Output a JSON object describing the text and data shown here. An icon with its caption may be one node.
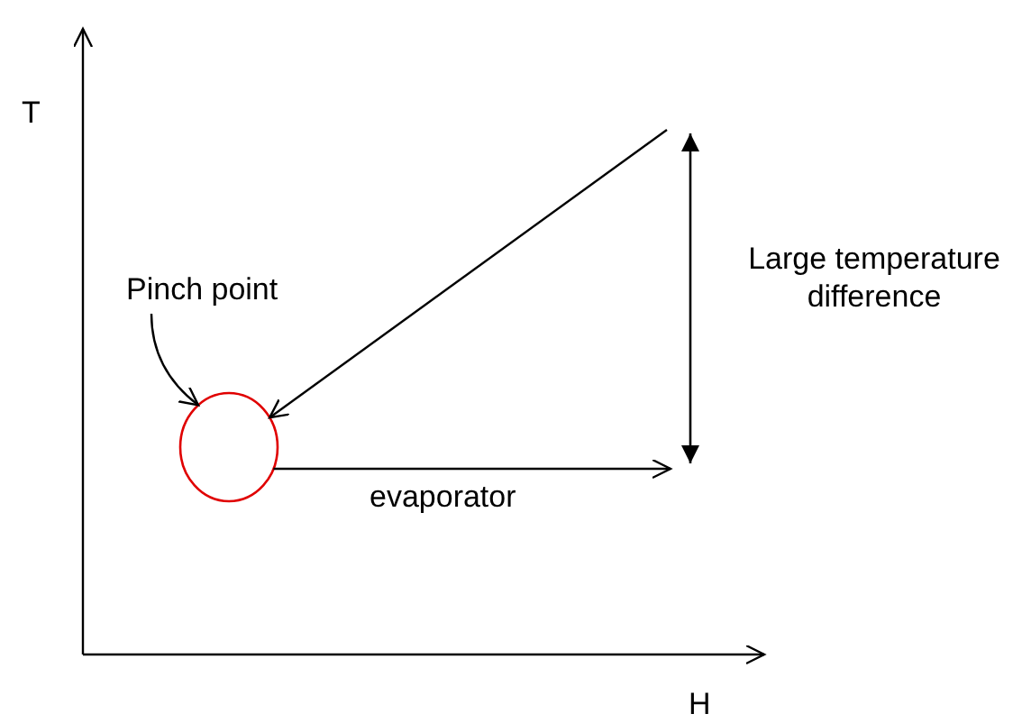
{
  "diagram": {
    "nodes": [
      {
        "text": [
          "Pinch point"
        ]
      },
      {
        "text": [],
        "shape": "circle"
      }
    ],
    "edges": [
      {
        "from": 0,
        "to": 1,
        "arrow": "to"
      },
      {
        "from": null,
        "to": 1,
        "arrow": "to"
      },
      {
        "from": 1,
        "to": null,
        "arrow": "to",
        "label": "evaporator"
      }
    ],
    "labels": [
      "T",
      "Large temperature difference",
      "H"
    ]
  }
}
